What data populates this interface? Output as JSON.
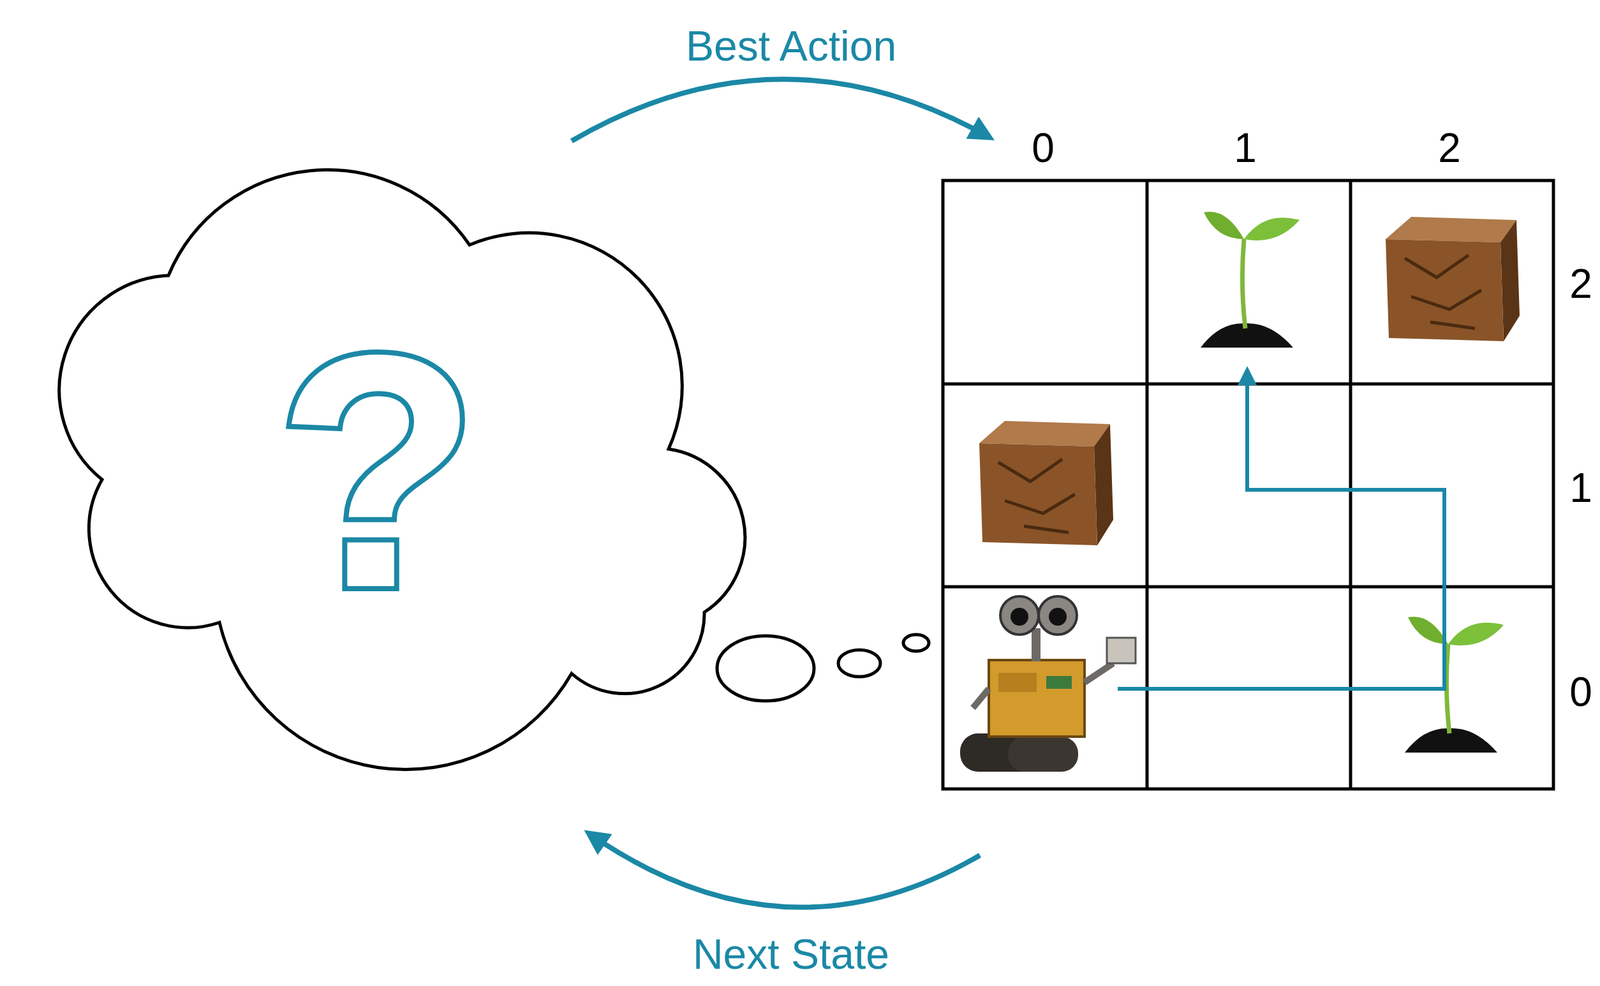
{
  "diagram": {
    "nodes": [
      {
        "text": [
          "?"
        ]
      }
    ],
    "labels": [
      "Best Action",
      "0",
      "1",
      "2",
      "2",
      "1",
      "0",
      "Next State"
    ]
  }
}
